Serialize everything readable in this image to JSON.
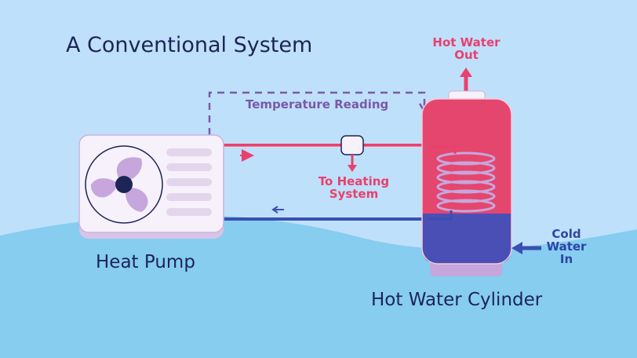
{
  "title": "A Conventional System",
  "labels": {
    "heat_pump": "Heat Pump",
    "cylinder": "Hot Water Cylinder",
    "hot_out": [
      "Hot Water",
      "Out"
    ],
    "temperature_reading": "Temperature Reading",
    "to_heating": [
      "To Heating",
      "System"
    ],
    "cold_in": [
      "Cold",
      "Water",
      "In"
    ]
  },
  "colors": {
    "background_top": "#bfe0fb",
    "background_wave": "#86cdf0",
    "hot": "#e8416e",
    "cold": "#3a4fb0",
    "control": "#7a5aa8",
    "unit": "#f6f1fa",
    "outline": "#1d2456"
  }
}
